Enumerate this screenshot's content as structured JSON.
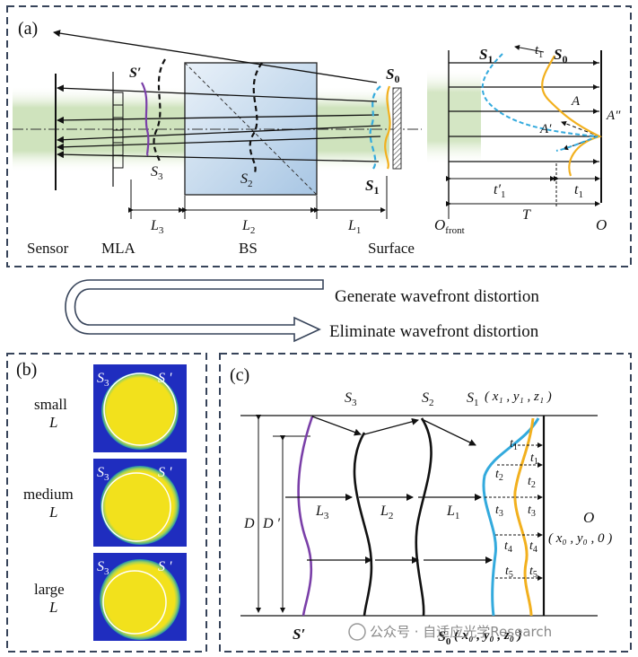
{
  "panel_a": {
    "label": "(a)",
    "sensor": "Sensor",
    "mla": "MLA",
    "bs": "BS",
    "surface": "Surface",
    "s_prime": "S′",
    "s3": "S",
    "s3_sub": "3",
    "s2": "S",
    "s2_sub": "2",
    "s0": "S",
    "s0_sub": "0",
    "s1": "S",
    "s1_sub": "1",
    "l3": "L",
    "l3_sub": "3",
    "l2": "L",
    "l2_sub": "2",
    "l1": "L",
    "l1_sub": "1",
    "right_s1": "S",
    "right_s1_sub": "1",
    "right_s0": "S",
    "right_s0_sub": "0",
    "right_t1_top": "t",
    "right_t1_top_sub": "1",
    "point_a": "A",
    "point_a_prime": "A′",
    "point_a_dprime": "A″",
    "t1_prime": "t′",
    "t1_prime_sub": "1",
    "t1": "t",
    "t1_sub": "1",
    "o_front": "O",
    "o_front_sub": "front",
    "T": "T",
    "O": "O"
  },
  "middle": {
    "generate": "Generate wavefront distortion",
    "eliminate": "Eliminate wavefront distortion"
  },
  "panel_b": {
    "label": "(b)",
    "rows": [
      {
        "size": "small",
        "L": "L",
        "s3": "S",
        "s3_sub": "3",
        "s_prime": "S '"
      },
      {
        "size": "medium",
        "L": "L",
        "s3": "S",
        "s3_sub": "3",
        "s_prime": "S '"
      },
      {
        "size": "large",
        "L": "L",
        "s3": "S",
        "s3_sub": "3",
        "s_prime": "S '"
      }
    ]
  },
  "panel_c": {
    "label": "(c)",
    "s3": "S",
    "s3_sub": "3",
    "s2": "S",
    "s2_sub": "2",
    "s1": "S",
    "s1_sub": "1",
    "s1_coords": "( x₁ , y₁ , z₁ )",
    "D": "D",
    "D_prime": "D ′",
    "l3": "L",
    "l3_sub": "3",
    "l2": "L",
    "l2_sub": "2",
    "l1": "L",
    "l1_sub": "1",
    "t_labels": [
      {
        "t": "t",
        "sub": "1"
      },
      {
        "t": "t",
        "sub": "2"
      },
      {
        "t": "t",
        "sub": "3"
      },
      {
        "t": "t",
        "sub": "4"
      },
      {
        "t": "t",
        "sub": "5"
      }
    ],
    "O": "O",
    "o_coords": "( x₀ , y₀ , 0 )",
    "s_prime": "S′",
    "s0": "S",
    "s0_sub": "0",
    "s0_coords": "( x₀ , y₀ , z₀ )"
  },
  "watermark": "公众号 · 自适应光学Research",
  "colors": {
    "blue_dash": "#33aadd",
    "purple": "#7a3fa8",
    "orange": "#f2b01e",
    "green_band": "#cfe3bd",
    "bs_fill": "#b8d3ea",
    "b_bg": "#1f2dbf",
    "b_disk": "#f4e21a",
    "frame": "#37445a"
  }
}
